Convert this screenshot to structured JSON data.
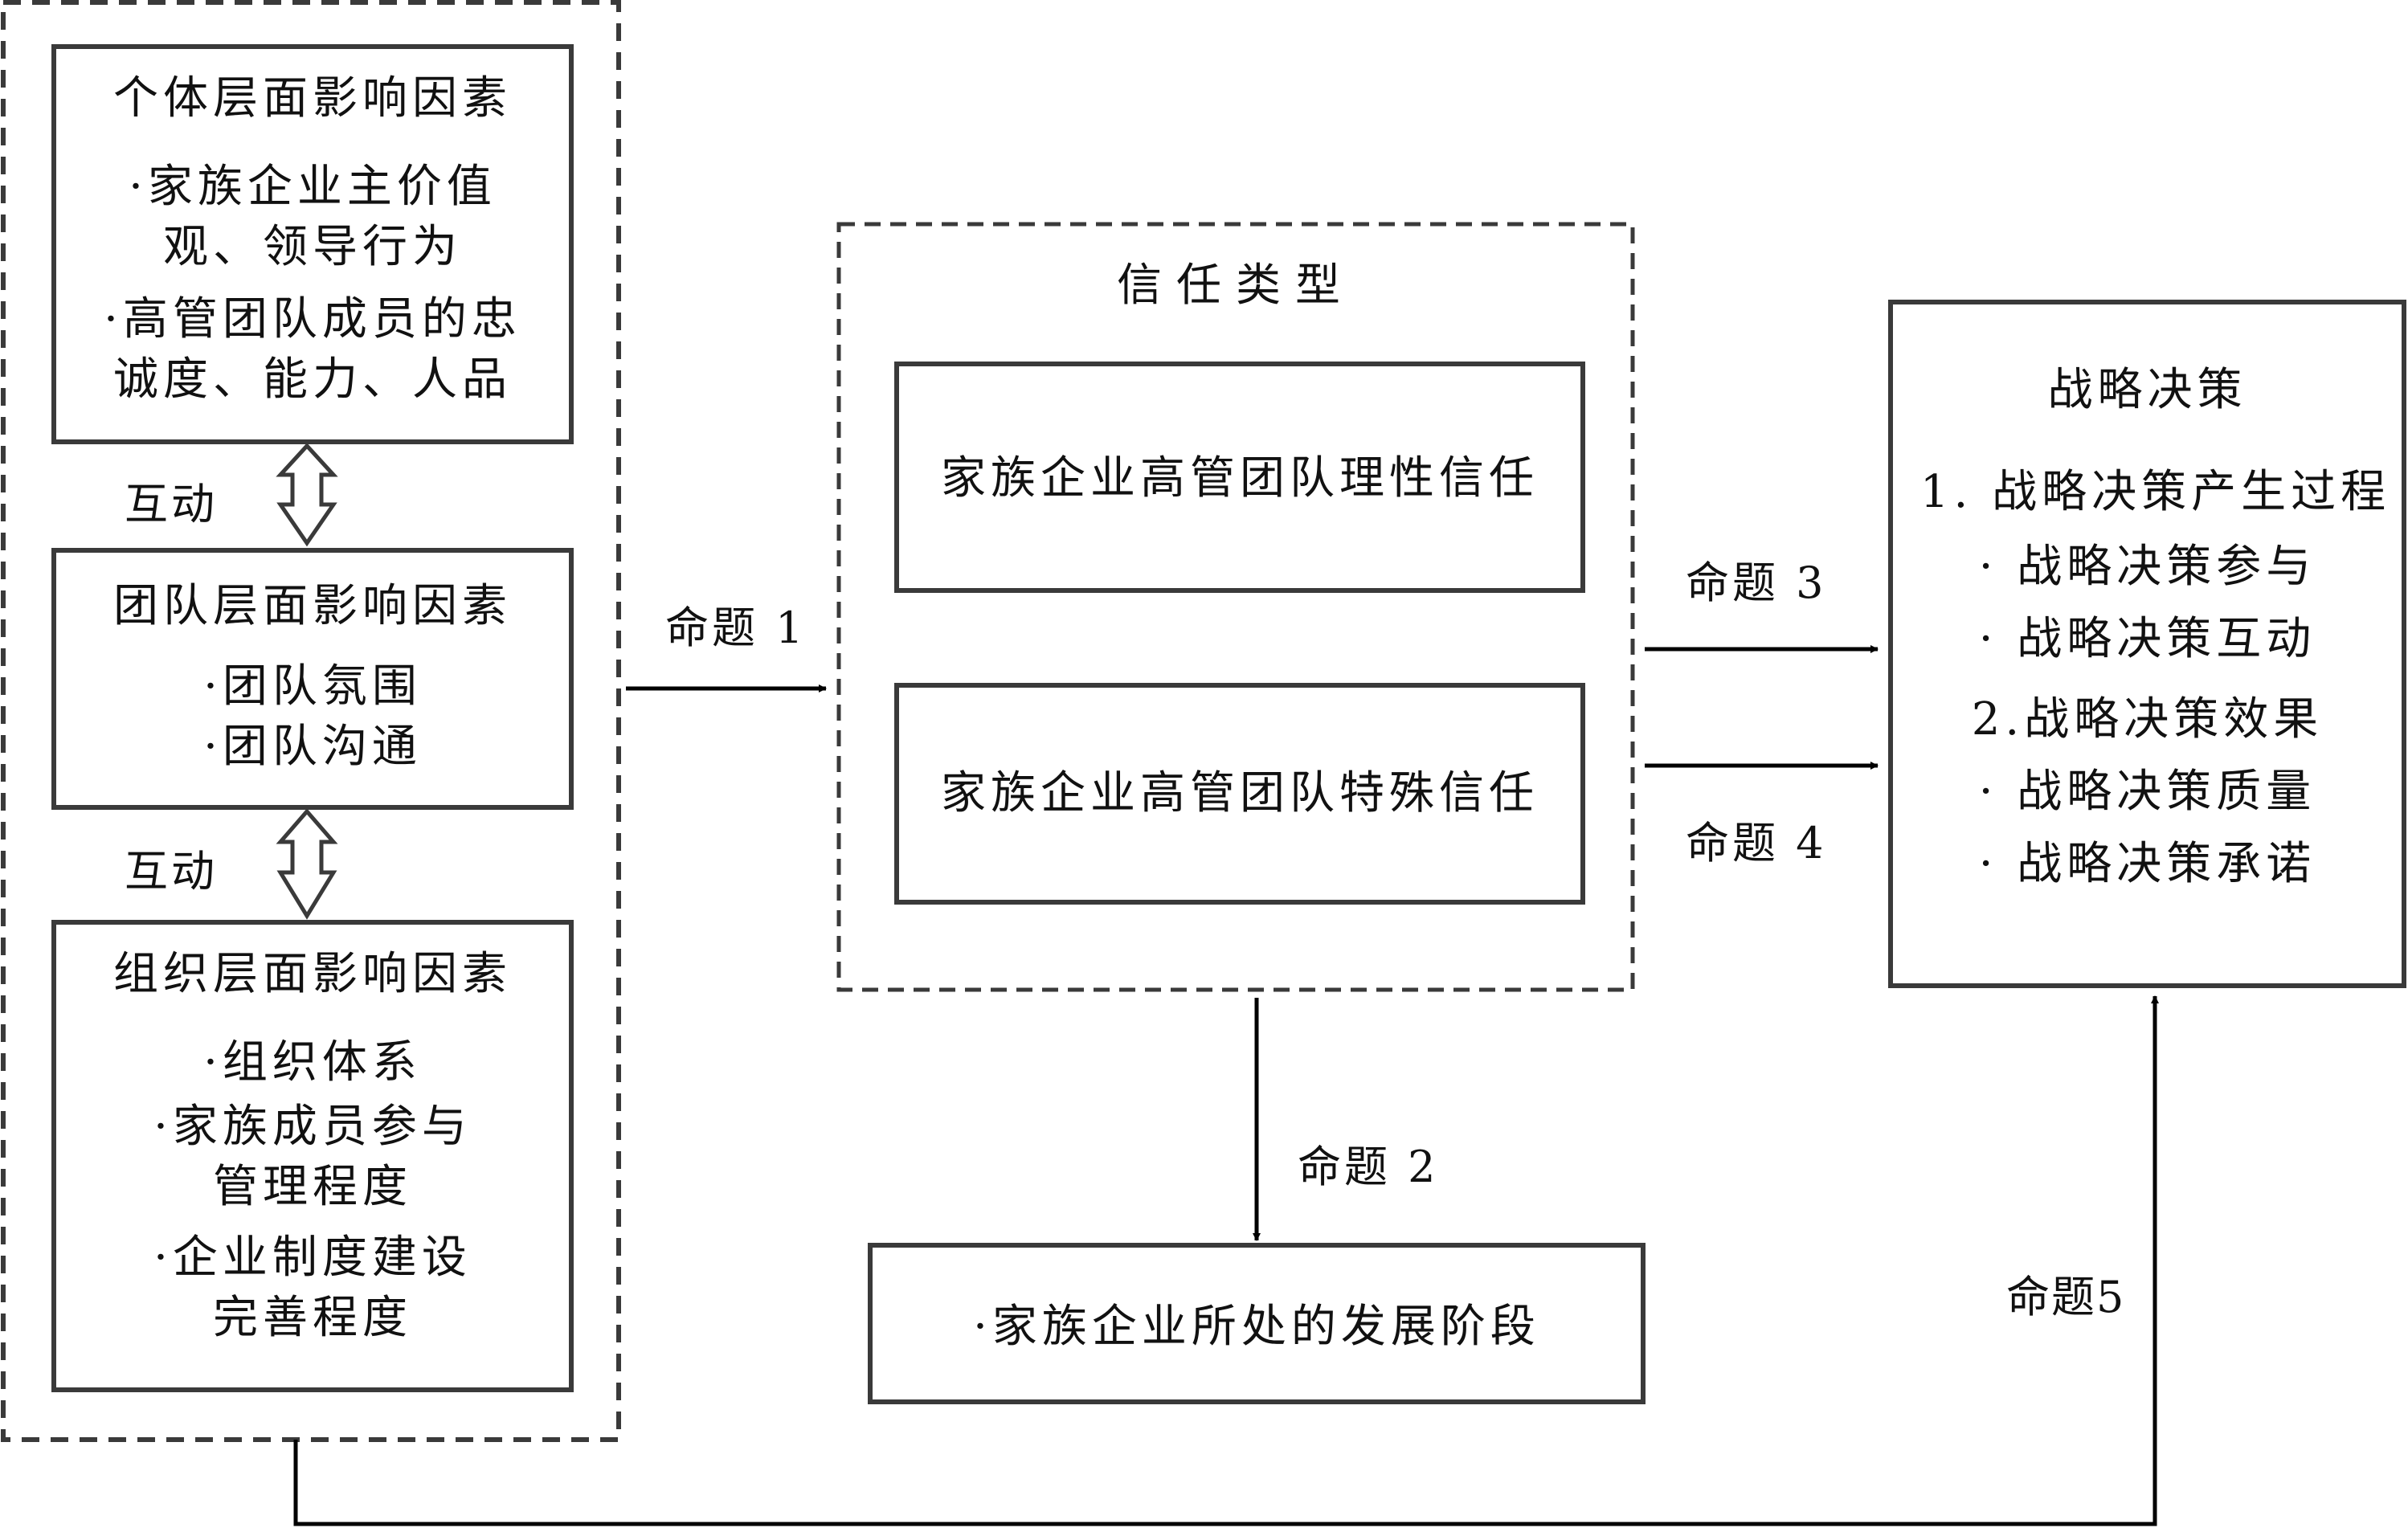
{
  "left_group": {
    "individual": {
      "title": "个体层面影响因素",
      "lines": [
        "·家族企业主价值",
        "观、领导行为",
        "·高管团队成员的忠",
        "诚度、能力、人品"
      ]
    },
    "interaction_label_1": "互动",
    "team": {
      "title": "团队层面影响因素",
      "lines": [
        "·团队氛围",
        "·团队沟通"
      ]
    },
    "interaction_label_2": "互动",
    "organization": {
      "title": "组织层面影响因素",
      "lines": [
        "·组织体系",
        "·家族成员参与",
        "管理程度",
        "·企业制度建设",
        "完善程度"
      ]
    }
  },
  "trust_group": {
    "title": "信任类型",
    "rational_trust": "家族企业高管团队理性信任",
    "special_trust": "家族企业高管团队特殊信任"
  },
  "strategy": {
    "title": "战略决策",
    "lines": [
      "1. 战略决策产生过程",
      "· 战略决策参与",
      "· 战略决策互动",
      "2.战略决策效果",
      "· 战略决策质量",
      "· 战略决策承诺"
    ]
  },
  "stage_box": {
    "text": "·家族企业所处的发展阶段"
  },
  "propositions": {
    "p1": "命题 1",
    "p2": "命题 2",
    "p3": "命题 3",
    "p4": "命题 4",
    "p5": "命题5"
  }
}
